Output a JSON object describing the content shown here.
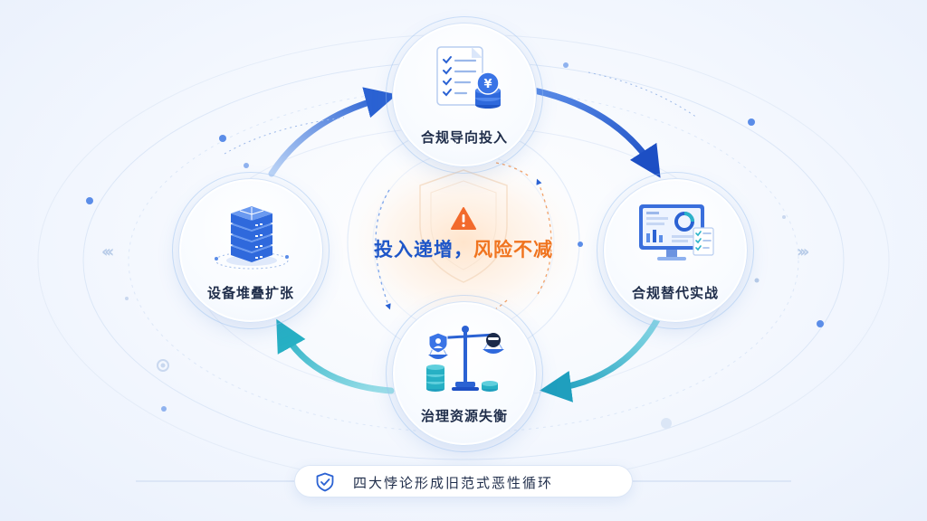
{
  "center": {
    "part1": "投入递增，",
    "part2": "风险不减"
  },
  "nodes": {
    "top": {
      "label": "合规导向投入",
      "icon": "document-money-icon"
    },
    "right": {
      "label": "合规替代实战",
      "icon": "dashboard-monitor-icon"
    },
    "bottom": {
      "label": "治理资源失衡",
      "icon": "balance-scale-icon"
    },
    "left": {
      "label": "设备堆叠扩张",
      "icon": "server-stack-icon"
    }
  },
  "decor": {
    "chevrons_left": "‹‹‹",
    "chevrons_right": "›››"
  },
  "footer": {
    "text": "四大悖论形成旧范式恶性循环",
    "icon": "shield-check-icon"
  },
  "colors": {
    "blue": "#1e56c8",
    "orange": "#f0741f",
    "teal": "#2bb3c9",
    "dark_text": "#1f2d4a"
  }
}
